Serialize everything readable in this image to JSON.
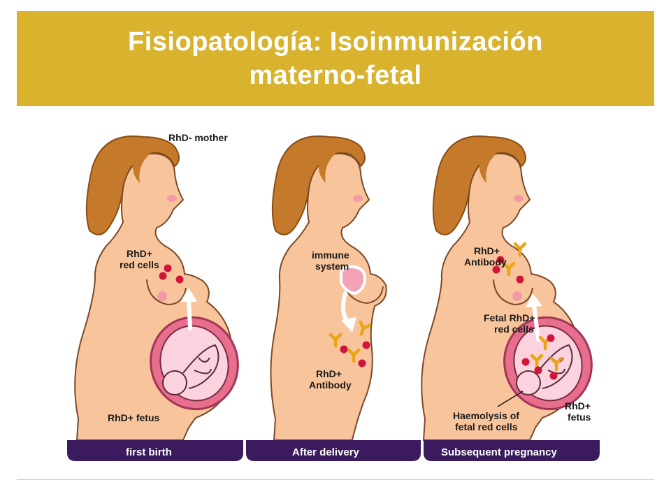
{
  "slide": {
    "title_line1": "Fisiopatología: Isoinmunización",
    "title_line2": "materno-fetal"
  },
  "colors": {
    "banner": "#d9b32e",
    "skin": "#f8c49b",
    "hair": "#c47a2a",
    "tab_bar": "#3b1a5e",
    "womb": "#e76e8c",
    "fetus": "#fbd3de",
    "red_cell": "#d2143a",
    "antibody": "#f2b21c"
  },
  "panels": [
    {
      "footer": "first birth",
      "labels": {
        "mother": "RhD- mother",
        "cells_1": "RhD+",
        "cells_2": "red cells",
        "fetus": "RhD+ fetus"
      }
    },
    {
      "footer": "After delivery",
      "labels": {
        "immune_1": "immune",
        "immune_2": "system",
        "antibody_1": "RhD+",
        "antibody_2": "Antibody"
      }
    },
    {
      "footer": "Subsequent pregnancy",
      "labels": {
        "antibody_1": "RhD+",
        "antibody_2": "Antibody",
        "fetal_1": "Fetal RhD+",
        "fetal_2": "red cells",
        "haem_1": "Haemolysis of",
        "haem_2": "fetal red cells",
        "fetus_1": "RhD+",
        "fetus_2": "fetus"
      }
    }
  ]
}
